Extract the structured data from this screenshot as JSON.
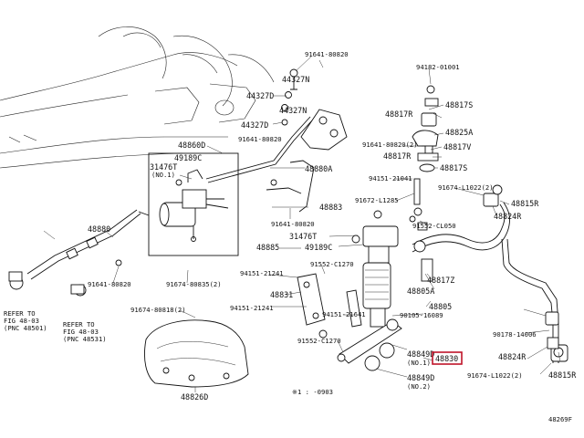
{
  "diagram": {
    "id": "48269F",
    "highlight_label": "48830",
    "highlight_color": "#c0142a",
    "labels": {
      "p91641_80820_top": "91641-80820",
      "p44327n_a": "44327N",
      "p44327d_a": "44327D",
      "p44327n_b": "44327N",
      "p44327d_b": "44327D",
      "p91641_80820_l": "91641-80820",
      "p48860d": "48860D",
      "p49189c_a": "49189C",
      "p31476t_a": "31476T",
      "p31476t_a_note": "(NO.1)",
      "p48880a": "48880A",
      "p48883": "48883",
      "p91641_80820_m": "91641-80820",
      "p31476t_b": "31476T",
      "p49189c_b": "49189C",
      "p48885": "48885",
      "p48880": "48880",
      "p91641_80820_bl": "91641-80820",
      "p91674_80835": "91674-80835(2)",
      "p94151_21241": "94151-21241",
      "p91552_c1270": "91552-C1270",
      "p48831": "48831",
      "p94151_21241_b": "94151-21241",
      "p94151_21641": "94151-21641",
      "p91552_c1270_b": "91552-C1270",
      "p91674_80818": "91674-80818(2)",
      "p48826d": "48826D",
      "p91641_80820_c": "91641-80820(2)",
      "p94151_21041": "94151-21041",
      "p91672_l1285": "91672-L1285",
      "p91552_cl050": "91552-CL050",
      "p48817z": "48817Z",
      "p48805a": "48805A",
      "p48805": "48805",
      "p90105_16089": "90105-16089",
      "p48849d_a": "48849D",
      "p48849d_a_note": "(NO.1)",
      "p48849d_b": "48849D",
      "p48849d_b_note": "(NO.2)",
      "p48830": "48830",
      "p94182_01001": "94182-01001",
      "p48817s_a": "48817S",
      "p48817r_a": "48817R",
      "p48825a": "48825A",
      "p48817v": "48817V",
      "p48817r_b": "48817R",
      "p48817s_b": "48817S",
      "p91674_l1022": "91674-L1022(2)",
      "p48815r_a": "48815R",
      "p48824r_a": "48824R",
      "p90178_14006": "90178-14006",
      "p48824r_b": "48824R",
      "p91674_l1022_b": "91674-L1022(2)",
      "p48815r_b": "48815R",
      "refer_a_1": "REFER TO",
      "refer_a_2": "FIG 48-03",
      "refer_a_3": "(PNC 48501)",
      "refer_b_1": "REFER TO",
      "refer_b_2": "FIG 48-03",
      "refer_b_3": "(PNC 48531)",
      "footnote": "※1 : -0903"
    }
  }
}
